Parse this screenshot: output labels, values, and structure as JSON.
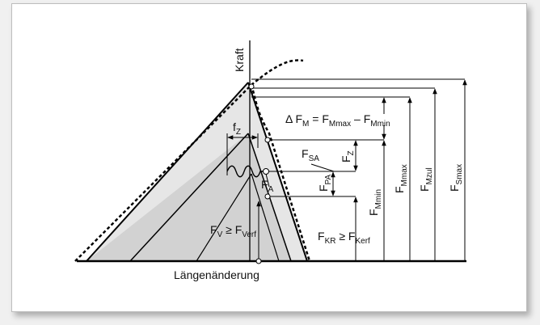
{
  "diagram": {
    "axis_y_label": "Kraft",
    "axis_x_label": "Längenänderung",
    "delta_fm": {
      "main": "Δ F",
      "s1": "M",
      "mid": " = F",
      "s2": "Mmax",
      "mid2": " – F",
      "s3": "Mmin"
    },
    "fz_top": {
      "main": "f",
      "sub": "Z"
    },
    "fsa": {
      "main": "F",
      "sub": "SA"
    },
    "fz_right": {
      "main": "F",
      "sub": "Z"
    },
    "fpa": {
      "main": "F",
      "sub": "PA"
    },
    "fa": {
      "main": "F",
      "sub": "A"
    },
    "fv": {
      "main": "F",
      "sub": "V",
      "rel": " ≥ F",
      "sub2": "Verf"
    },
    "fkr": {
      "main": "F",
      "sub": "KR",
      "rel": " ≥ F",
      "sub2": "Kerf"
    },
    "fmmin": {
      "main": "F",
      "sub": "Mmin"
    },
    "fmmax": {
      "main": "F",
      "sub": "Mmax"
    },
    "fmzul": {
      "main": "F",
      "sub": "Mzul"
    },
    "fsmax": {
      "main": "F",
      "sub": "Smax"
    }
  },
  "colors": {
    "fill_light": "#e6e6e6",
    "fill_mid": "#d2d2d2",
    "stroke": "#000000"
  }
}
